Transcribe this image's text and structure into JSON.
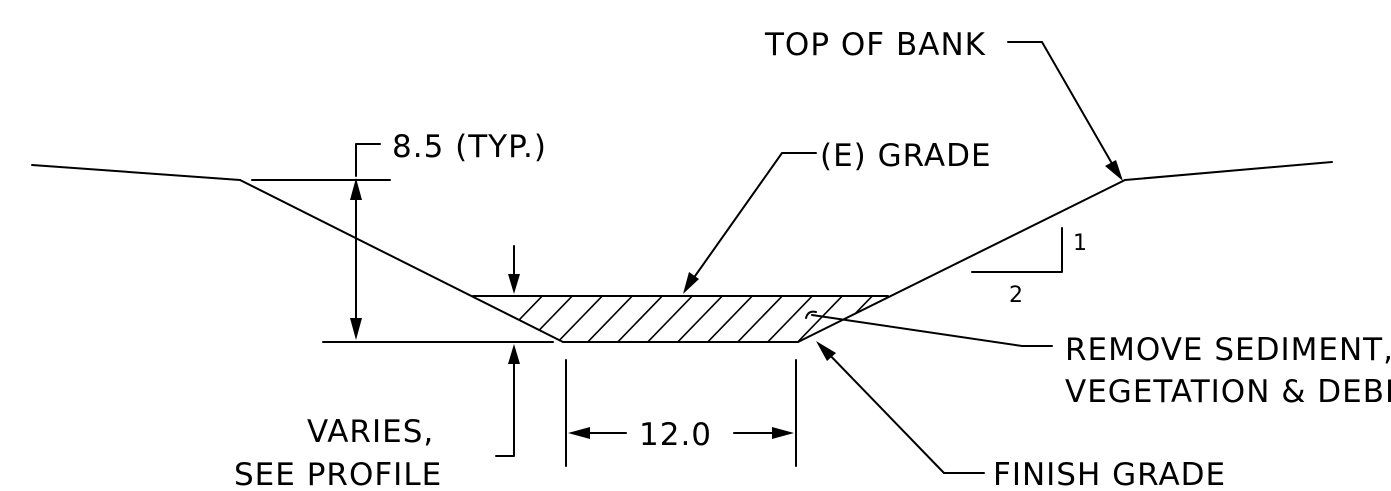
{
  "labels": {
    "top_of_bank": "TOP OF BANK",
    "typical_depth": "8.5 (TYP.)",
    "existing_grade": "(E) GRADE",
    "slope_rise": "1",
    "slope_run": "2",
    "remove_line1": "REMOVE SEDIMENT,",
    "remove_line2": "VEGETATION & DEBRIS",
    "bottom_width": "12.0",
    "varies_line1": "VARIES,",
    "varies_line2": "SEE PROFILE",
    "finish_grade": "FINISH GRADE"
  }
}
